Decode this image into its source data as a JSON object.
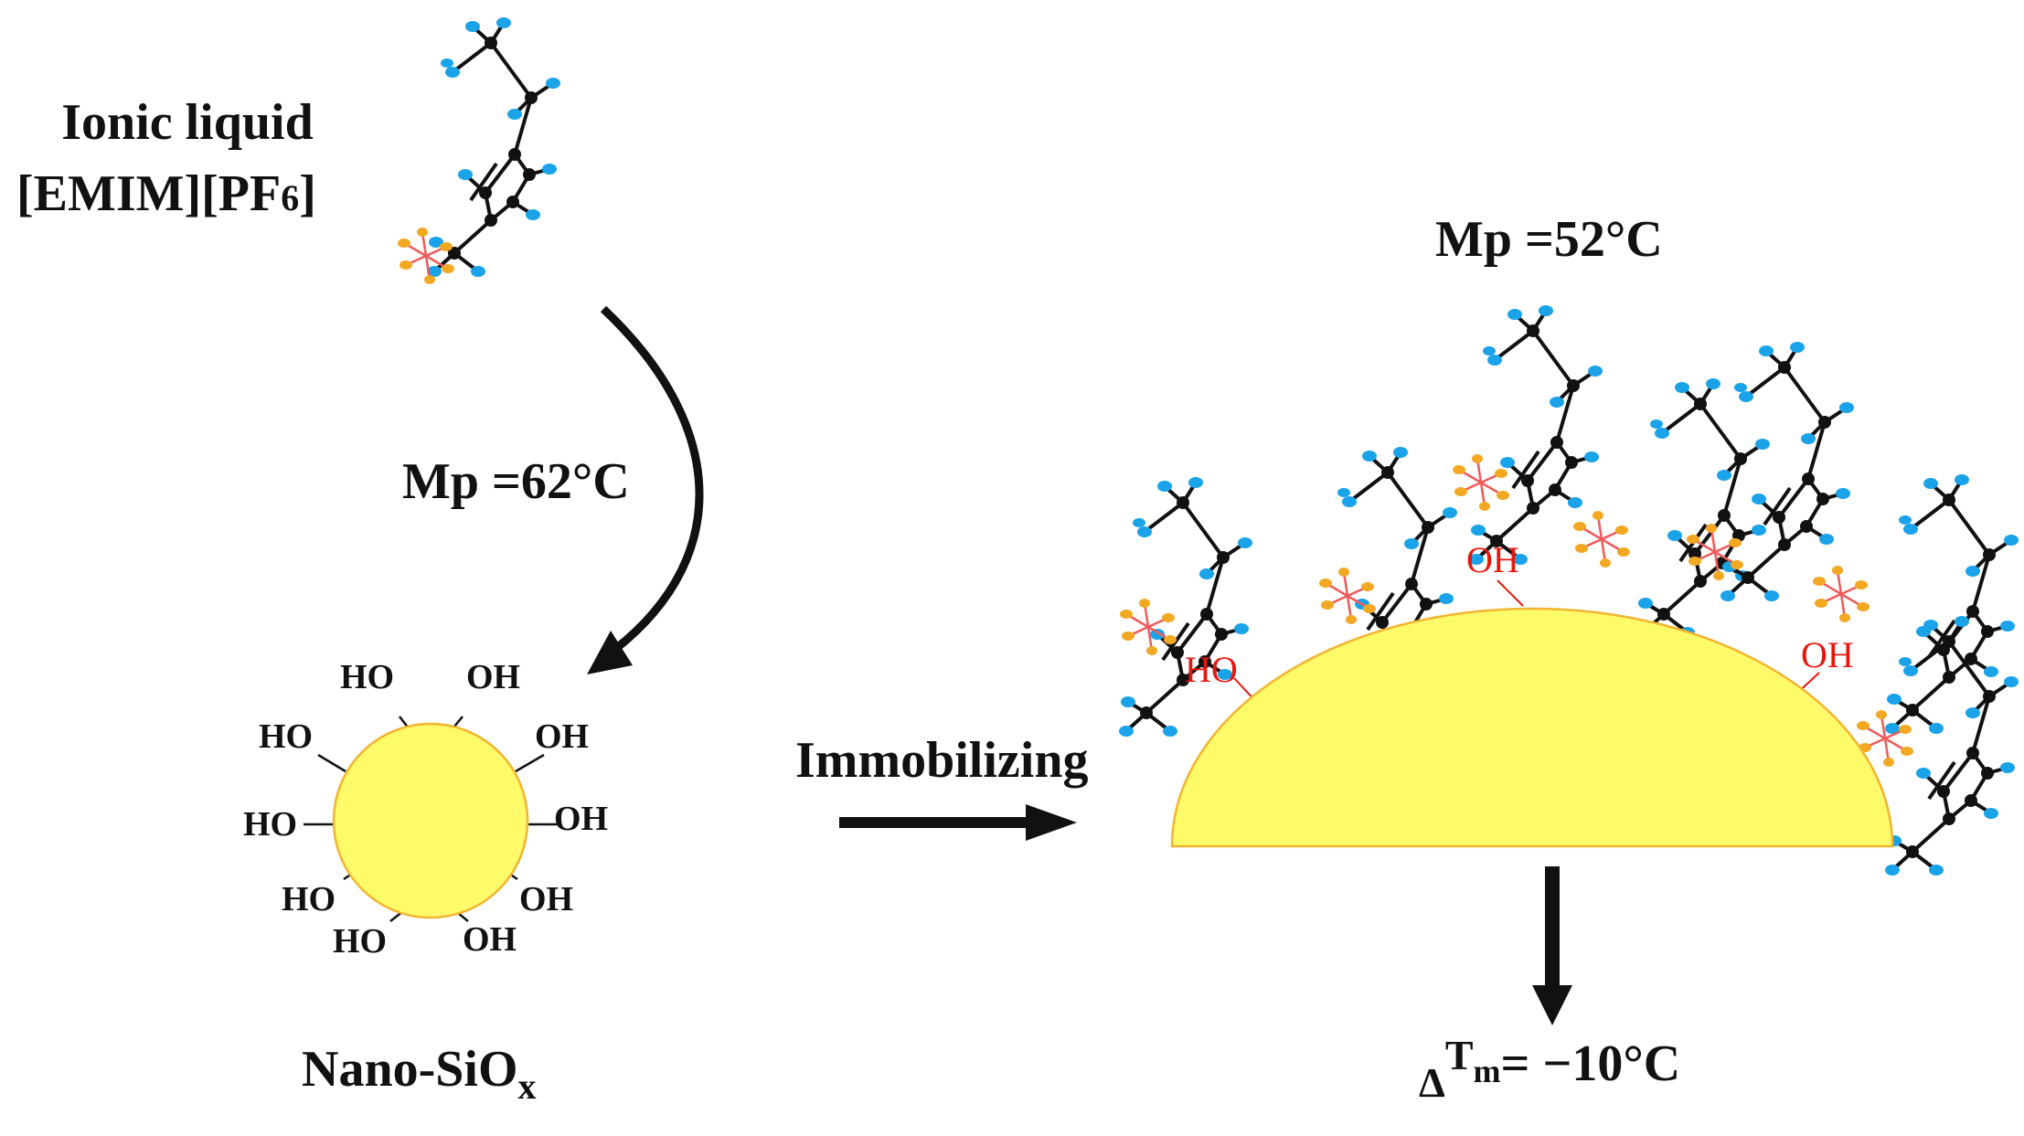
{
  "labels": {
    "ionic_liquid_line1": "Ionic liquid",
    "ionic_liquid_line2": "[EMIM][PF",
    "ionic_liquid_sub": "6",
    "ionic_liquid_close": "]",
    "mp_top": "Mp =62°C",
    "mp_right": "Mp =52°C",
    "nano_main": "Nano-SiO",
    "nano_sub": "x",
    "immobilizing": "Immobilizing",
    "delta_symbol": "Δ",
    "delta_t": "T",
    "delta_sub": "m",
    "delta_value": "= −10°C"
  },
  "sphere_groups": [
    "HO",
    "OH",
    "HO",
    "OH",
    "HO",
    "OH",
    "HO",
    "OH",
    "HO",
    "OH"
  ],
  "dome_groups": [
    "HO",
    "OH",
    "OH"
  ],
  "colors": {
    "silica_fill": "#fffa6a",
    "silica_stroke": "#f2b530",
    "hydrogen": "#1aa3e8",
    "carbon": "#111111",
    "anion": "#f3a823",
    "anion_bond": "#ef5b5b",
    "dome_oh": "#e8160c"
  }
}
